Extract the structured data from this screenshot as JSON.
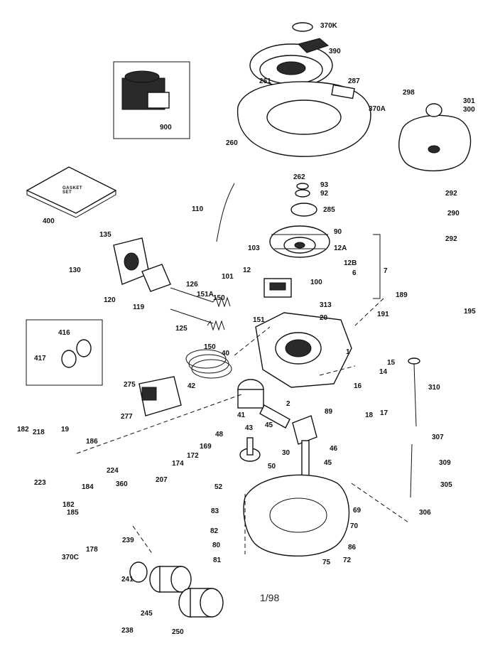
{
  "diagram": {
    "date_code": "1/98",
    "gasket_set_text": "GASKET SET",
    "part_labels": [
      "370K",
      "390",
      "261",
      "287",
      "370A",
      "260",
      "298",
      "301",
      "300",
      "900",
      "262",
      "93",
      "92",
      "292",
      "285",
      "290",
      "292",
      "400",
      "110",
      "90",
      "135",
      "103",
      "12A",
      "130",
      "12",
      "12B",
      "7",
      "6",
      "101",
      "100",
      "120",
      "126",
      "151A",
      "150",
      "119",
      "313",
      "20",
      "189",
      "191",
      "195",
      "416",
      "151",
      "125",
      "417",
      "150",
      "40",
      "1",
      "15",
      "14",
      "275",
      "42",
      "310",
      "16",
      "2",
      "89",
      "17",
      "18",
      "41",
      "277",
      "43",
      "45",
      "307",
      "182",
      "218",
      "19",
      "186",
      "48",
      "169",
      "172",
      "30",
      "45",
      "46",
      "309",
      "224",
      "174",
      "50",
      "223",
      "207",
      "184",
      "360",
      "182",
      "185",
      "52",
      "305",
      "239",
      "83",
      "69",
      "306",
      "178",
      "82",
      "70",
      "370C",
      "80",
      "86",
      "81",
      "75",
      "72",
      "241",
      "245",
      "238",
      "250"
    ]
  }
}
